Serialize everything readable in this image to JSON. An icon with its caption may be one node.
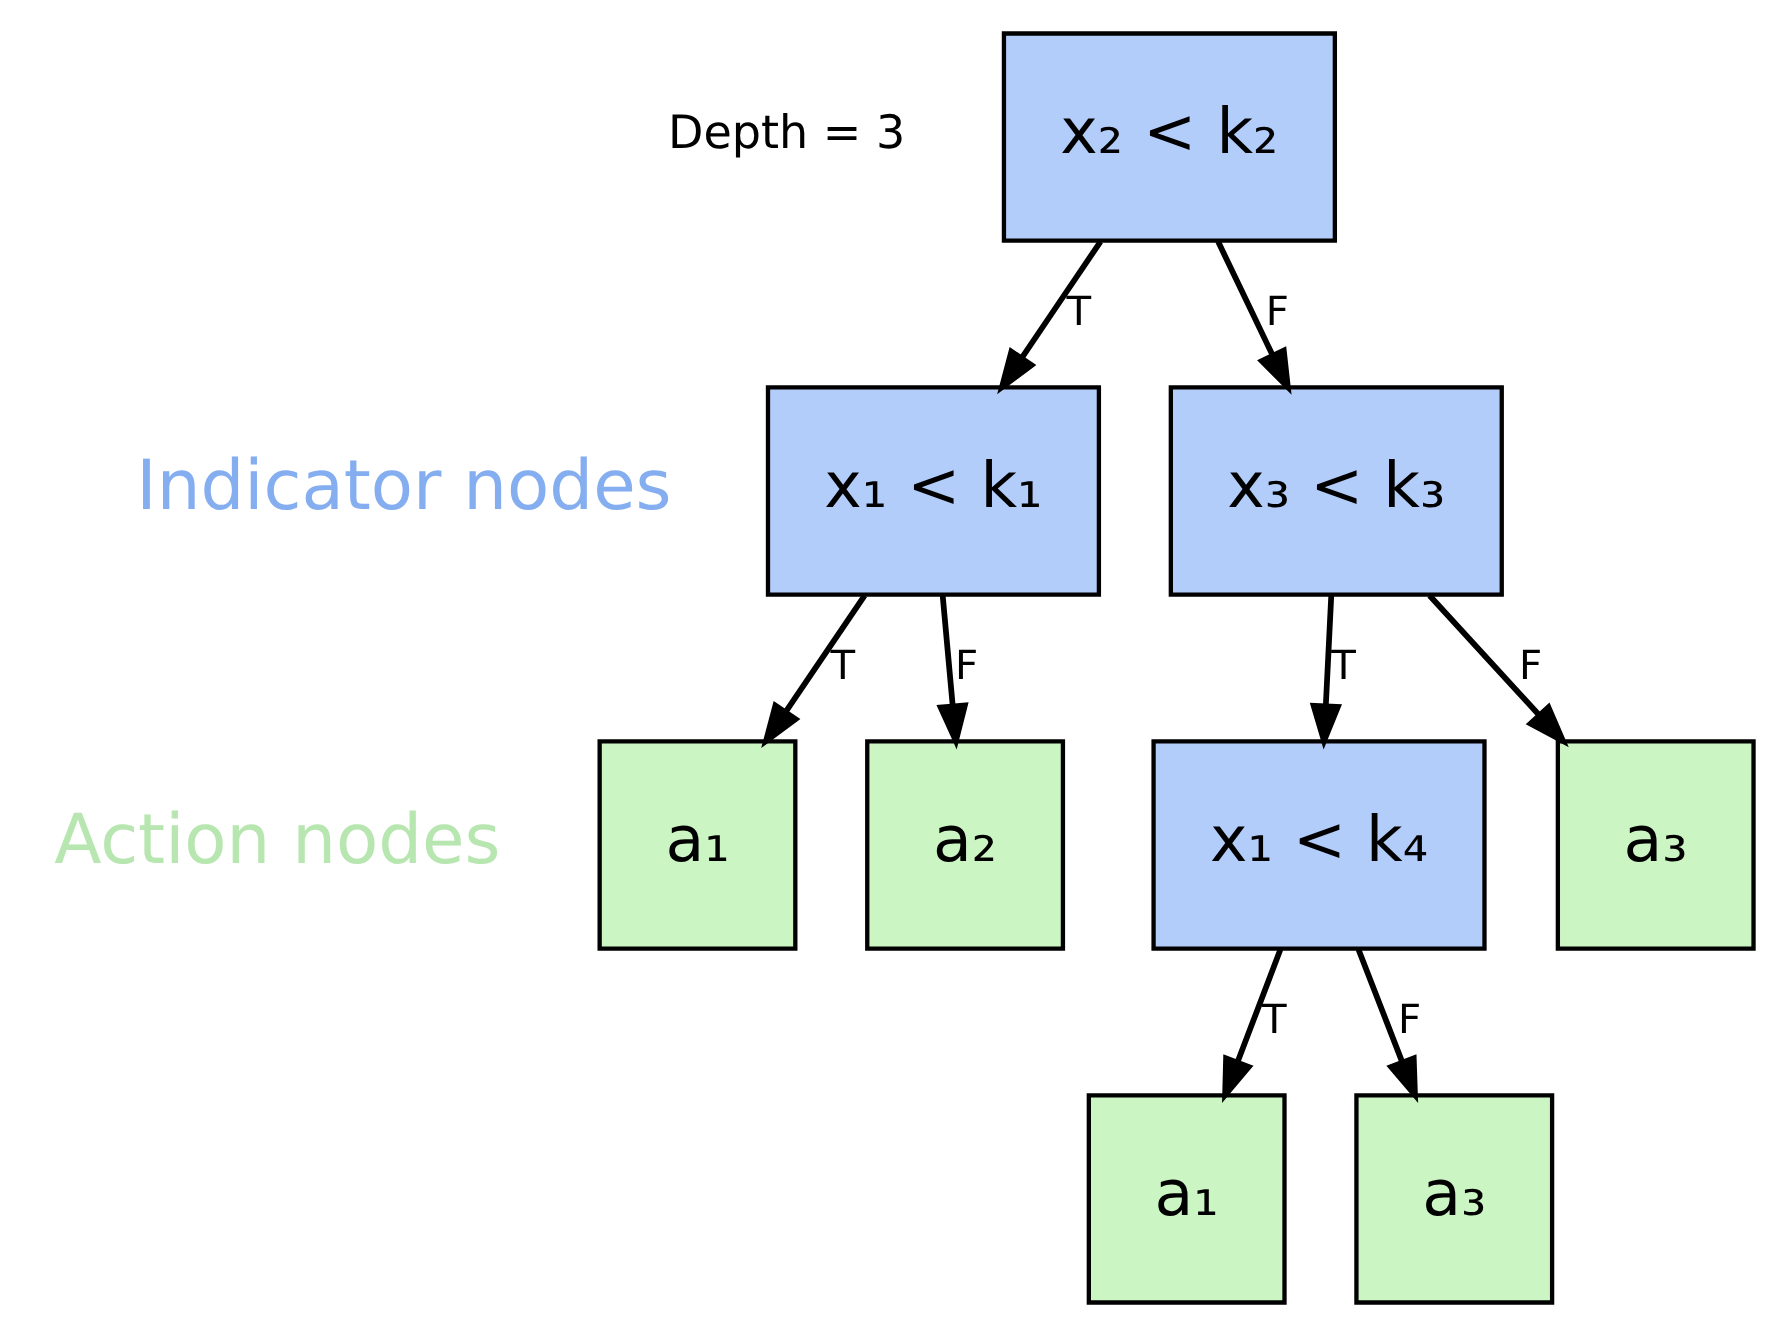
{
  "diagram": {
    "nodes": [
      {
        "text": [
          "x₂ < k₂"
        ]
      },
      {
        "text": [
          "x₁ < k₁"
        ]
      },
      {
        "text": [
          "x₃ < k₃"
        ]
      },
      {
        "text": [
          "a₁"
        ]
      },
      {
        "text": [
          "a₂"
        ]
      },
      {
        "text": [
          "x₁ < k₄"
        ]
      },
      {
        "text": [
          "a₃"
        ]
      },
      {
        "text": [
          "a₁"
        ]
      },
      {
        "text": [
          "a₃"
        ]
      }
    ],
    "edges": [
      {
        "from": 0,
        "to": 1,
        "arrow": "to",
        "label": "T"
      },
      {
        "from": 0,
        "to": 2,
        "arrow": "to",
        "label": "F"
      },
      {
        "from": 1,
        "to": 3,
        "arrow": "to",
        "label": "T"
      },
      {
        "from": 1,
        "to": 4,
        "arrow": "to",
        "label": "F"
      },
      {
        "from": 2,
        "to": 5,
        "arrow": "to",
        "label": "T"
      },
      {
        "from": 2,
        "to": 6,
        "arrow": "to",
        "label": "F"
      },
      {
        "from": 5,
        "to": 7,
        "arrow": "to",
        "label": "T"
      },
      {
        "from": 5,
        "to": 8,
        "arrow": "to",
        "label": "F"
      }
    ],
    "labels": [
      "Indicator nodes",
      "Action nodes",
      "Depth = 3"
    ]
  }
}
